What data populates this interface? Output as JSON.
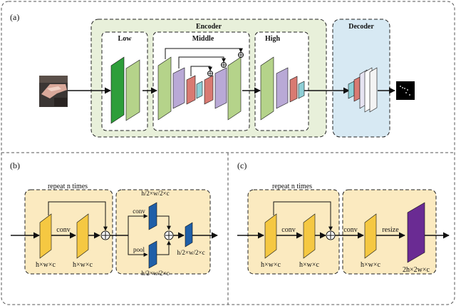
{
  "panel_a": {
    "label": "(a)",
    "encoder_title": "Encoder",
    "decoder_title": "Decoder",
    "stage_low": "Low",
    "stage_middle": "Middle",
    "stage_high": "High"
  },
  "panel_b": {
    "label": "(b)",
    "repeat": "repeat n times",
    "conv_a": "conv",
    "dim1": "h×w×c",
    "dim2": "h×w×c",
    "conv_b": "conv",
    "pool": "pool",
    "dim_top": "h/2×w/2×c",
    "dim_mid": "h/2×w/2×c",
    "dim_bot": "h/2×w/2×c"
  },
  "panel_c": {
    "label": "(c)",
    "repeat": "repeat n times",
    "conv_a": "conv",
    "dim1": "h×w×c",
    "dim2": "h×w×c",
    "conv_b": "conv",
    "resize": "resize",
    "dim3": "h×w×c",
    "dim4": "2h×2w×c"
  },
  "colors": {
    "encoder_bg": "#e8f0da",
    "decoder_bg": "#d7e9f3",
    "block_bg": "#fbeac0",
    "green_dark": "#2e9e3a",
    "green_light": "#b5d38a",
    "purple": "#b9a9d6",
    "red": "#d97a72",
    "teal": "#8ecfd6",
    "yellow": "#f5c842",
    "blue": "#1f5fa8",
    "violet": "#6a2b93"
  }
}
